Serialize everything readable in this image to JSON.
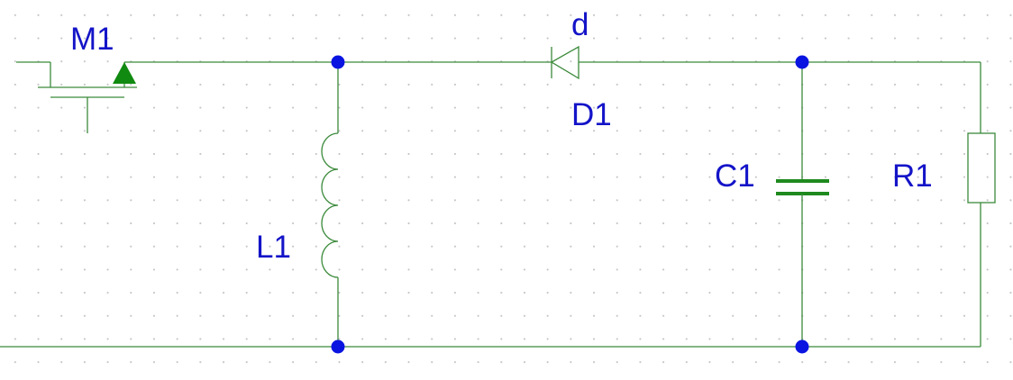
{
  "labels": {
    "transistor": "M1",
    "diode_model": "d",
    "diode": "D1",
    "inductor": "L1",
    "capacitor": "C1",
    "resistor": "R1"
  },
  "colors": {
    "wire": "#3b8a3b",
    "node": "#0a14e0",
    "label": "#1414c8",
    "background": "#ffffff",
    "grid_dot": "#c4c4c4"
  }
}
